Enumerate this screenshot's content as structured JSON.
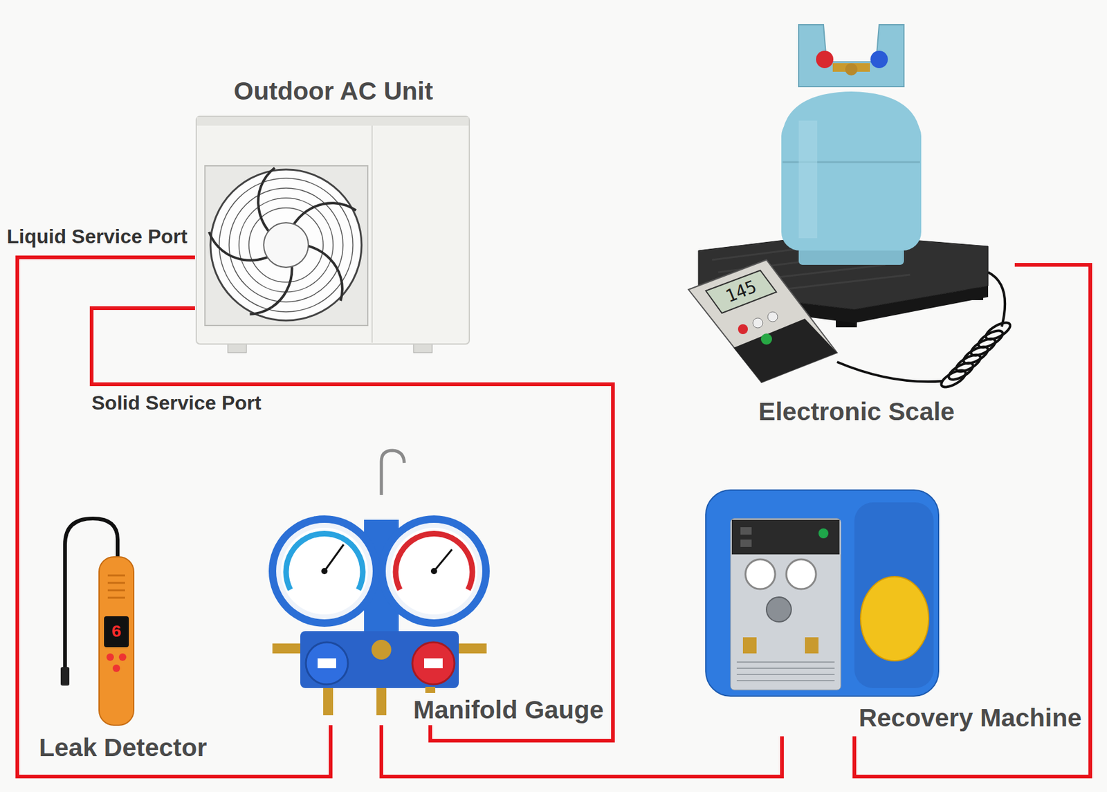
{
  "diagram": {
    "nodes": [
      {
        "text": [
          "Outdoor AC Unit"
        ]
      },
      {
        "text": [
          "Electronic Scale"
        ]
      },
      {
        "text": [
          "Leak Detector"
        ]
      },
      {
        "text": [
          "Manifold Gauge"
        ]
      },
      {
        "text": [
          "Recovery Machine"
        ]
      }
    ],
    "edges": [
      {
        "from": 0,
        "to": 3,
        "arrow": "none",
        "label": "Liquid Service Port"
      },
      {
        "from": 0,
        "to": 3,
        "arrow": "none",
        "label": "Solid Service Port"
      },
      {
        "from": 3,
        "to": 4,
        "arrow": "none"
      },
      {
        "from": 4,
        "to": 1,
        "arrow": "none"
      }
    ],
    "labels": [
      "145",
      "6"
    ]
  }
}
